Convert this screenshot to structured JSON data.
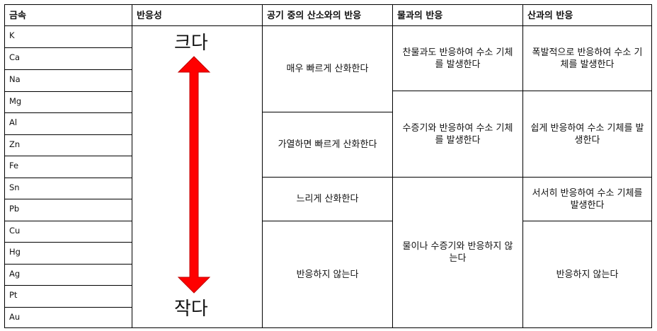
{
  "headers": [
    "금속",
    "반응성",
    "공기 중의 산소와의 반응",
    "물과의 반응",
    "산과의 반응"
  ],
  "metals": [
    "K",
    "Ca",
    "Na",
    "Mg",
    "Al",
    "Zn",
    "Fe",
    "Sn",
    "Pb",
    "Cu",
    "Hg",
    "Ag",
    "Pt",
    "Au"
  ],
  "reactivity": {
    "top_label": "크다",
    "bottom_label": "작다",
    "arrow_color": "#ff0000"
  },
  "oxygen": [
    "매우 빠르게 산화한다",
    "가열하면 빠르게 산화한다",
    "느리게 산화한다",
    "반응하지 않는다"
  ],
  "water": [
    "찬물과도 반응하여 수소 기체를 발생한다",
    "수증기와 반응하여 수소 기체를 발생한다",
    "물이나 수증기와 반응하지 않는다"
  ],
  "acid": [
    "폭발적으로 반응하여 수소 기체를 발생한다",
    "쉽게 반응하여 수소 기체를 발생한다",
    "서서히 반응하여 수소 기체를 발생한다",
    "반응하지 않는다"
  ]
}
